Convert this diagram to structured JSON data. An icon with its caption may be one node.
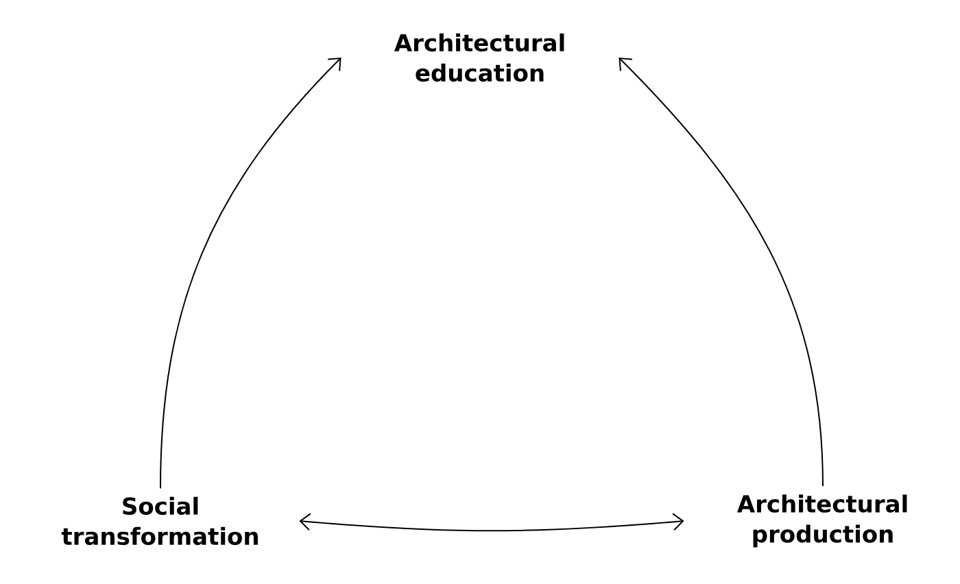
{
  "diagram": {
    "nodes": [
      {
        "text": [
          "Architectural education"
        ]
      },
      {
        "text": [
          "Social transformation"
        ]
      },
      {
        "text": [
          "Architectural production"
        ]
      }
    ],
    "edges": [
      {
        "from": 1,
        "to": 0,
        "arrow": "to"
      },
      {
        "from": 2,
        "to": 0,
        "arrow": "to"
      },
      {
        "from": 1,
        "to": 2,
        "arrow": "both"
      }
    ]
  }
}
